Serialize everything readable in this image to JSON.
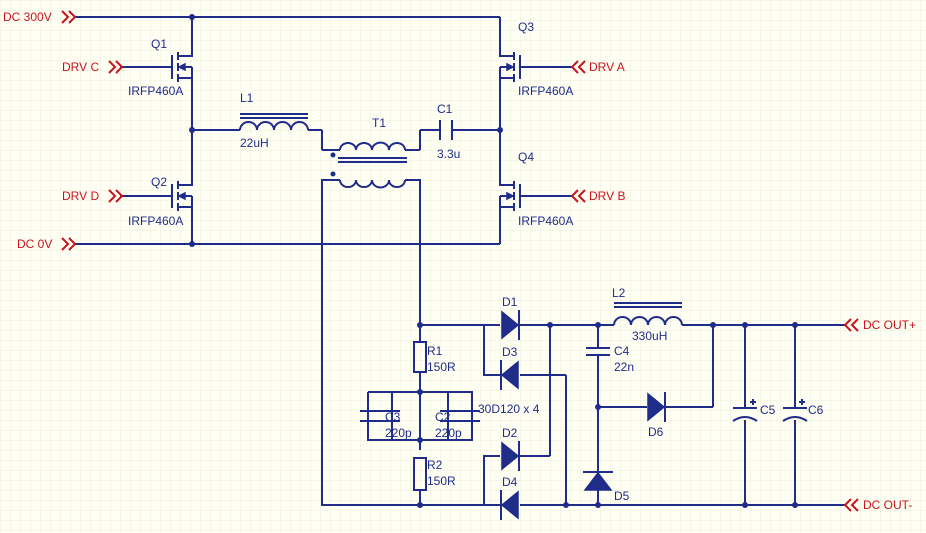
{
  "ports": {
    "dc300v": "DC 300V",
    "dc0v": "DC 0V",
    "drv_c": "DRV C",
    "drv_d": "DRV D",
    "drv_a": "DRV A",
    "drv_b": "DRV B",
    "dc_out_plus": "DC OUT+",
    "dc_out_minus": "DC OUT-"
  },
  "components": {
    "q1": {
      "ref": "Q1",
      "value": "IRFP460A"
    },
    "q2": {
      "ref": "Q2",
      "value": "IRFP460A"
    },
    "q3": {
      "ref": "Q3",
      "value": "IRFP460A"
    },
    "q4": {
      "ref": "Q4",
      "value": "IRFP460A"
    },
    "l1": {
      "ref": "L1",
      "value": "22uH"
    },
    "t1": {
      "ref": "T1"
    },
    "c1": {
      "ref": "C1",
      "value": "3.3u"
    },
    "r1": {
      "ref": "R1",
      "value": "150R"
    },
    "r2": {
      "ref": "R2",
      "value": "150R"
    },
    "c2": {
      "ref": "C2",
      "value": "220p"
    },
    "c3": {
      "ref": "C3",
      "value": "220p"
    },
    "d1": {
      "ref": "D1"
    },
    "d2": {
      "ref": "D2"
    },
    "d3": {
      "ref": "D3"
    },
    "d4": {
      "ref": "D4"
    },
    "diodes_note": "30D120 x 4",
    "l2": {
      "ref": "L2",
      "value": "330uH"
    },
    "c4": {
      "ref": "C4",
      "value": "22n"
    },
    "c5": {
      "ref": "C5"
    },
    "c6": {
      "ref": "C6"
    },
    "d5": {
      "ref": "D5"
    },
    "d6": {
      "ref": "D6"
    }
  },
  "colors": {
    "wire": "#1f2c8a",
    "port": "#c8141e",
    "background": "#fffff4",
    "grid": "#ececdc"
  }
}
